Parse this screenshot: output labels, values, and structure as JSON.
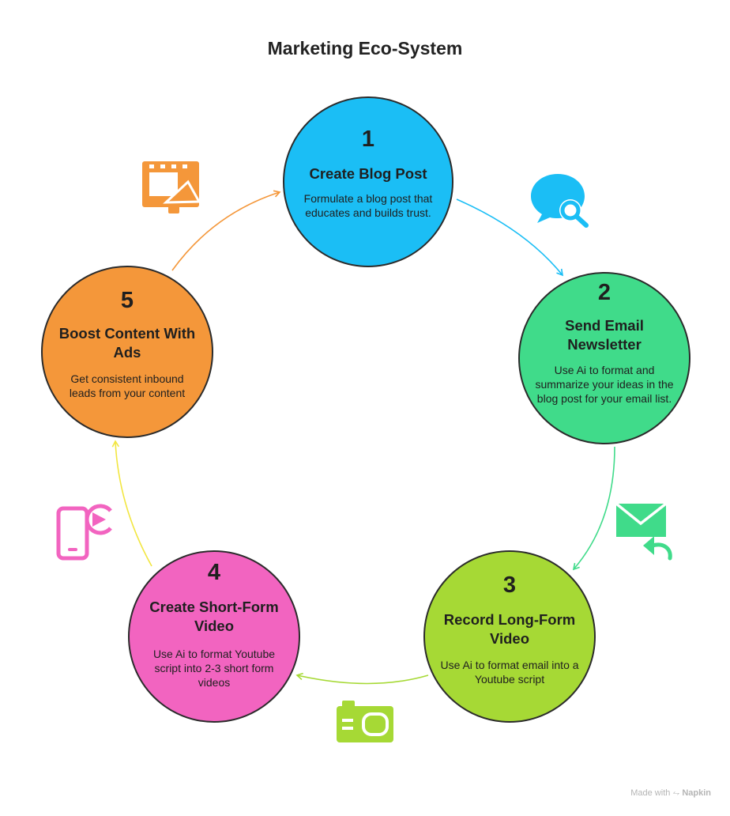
{
  "title": "Marketing Eco-System",
  "steps": [
    {
      "number": "1",
      "heading": "Create Blog Post",
      "description": "Formulate a blog post that educates and builds trust.",
      "color": "#1bbef5"
    },
    {
      "number": "2",
      "heading": "Send Email Newsletter",
      "description": "Use Ai to format and summarize your ideas in the blog post for your email list.",
      "color": "#40db8a"
    },
    {
      "number": "3",
      "heading": "Record Long-Form Video",
      "description": "Use Ai to format email into a Youtube script",
      "color": "#a6d935"
    },
    {
      "number": "4",
      "heading": "Create Short-Form Video",
      "description": "Use Ai to format Youtube script into 2-3 short form videos",
      "color": "#f264c0"
    },
    {
      "number": "5",
      "heading": "Boost Content With Ads",
      "description": "Get consistent inbound leads from your content",
      "color": "#f4973a"
    }
  ],
  "icons": [
    {
      "name": "chat-search-icon",
      "color": "#1bbef5"
    },
    {
      "name": "mail-reply-icon",
      "color": "#40db8a"
    },
    {
      "name": "camera-icon",
      "color": "#a6d935"
    },
    {
      "name": "phone-play-icon",
      "color": "#f264c0"
    },
    {
      "name": "video-megaphone-icon",
      "color": "#f4973a"
    }
  ],
  "footer": {
    "made_with": "Made with",
    "brand": "Napkin"
  }
}
